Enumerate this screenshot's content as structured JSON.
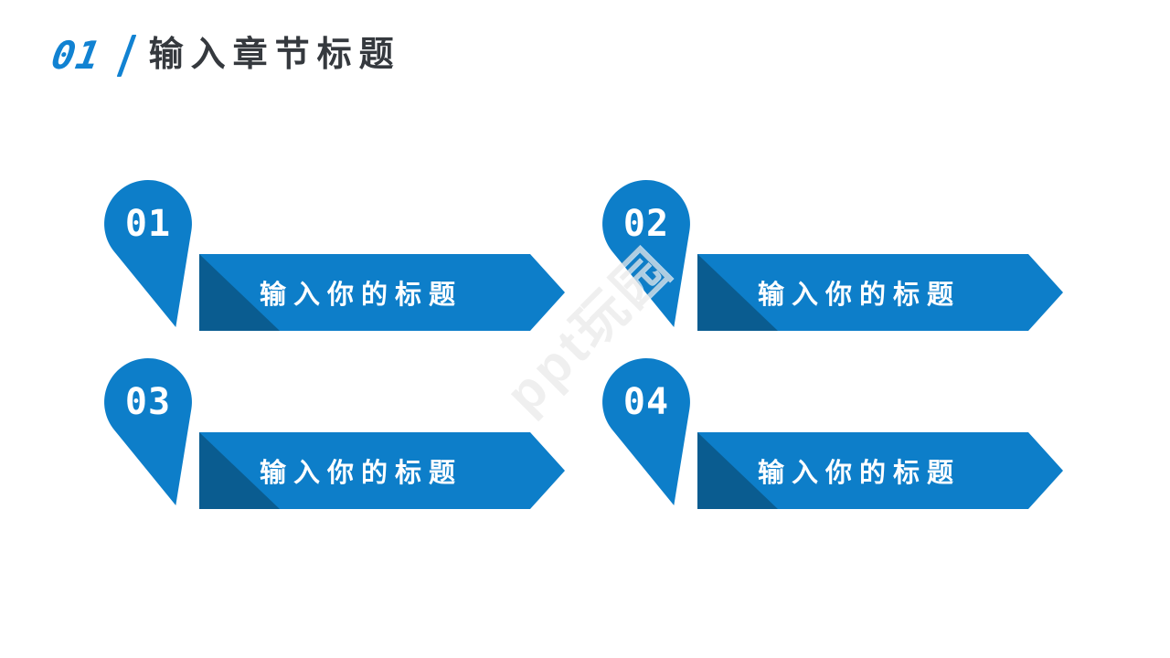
{
  "slide": {
    "header": {
      "section_number": "01",
      "divider": "/",
      "title": "输入章节标题"
    },
    "items": [
      {
        "number": "01",
        "title": "输入你的标题"
      },
      {
        "number": "02",
        "title": "输入你的标题"
      },
      {
        "number": "03",
        "title": "输入你的标题"
      },
      {
        "number": "04",
        "title": "输入你的标题"
      }
    ],
    "watermark": "ppt玩园",
    "colors": {
      "primary_blue": "#0d7ec9",
      "shadow_blue": "#0a5c90",
      "header_number_blue": "#1182d2",
      "title_text": "#35393e",
      "banner_text": "#ffffff"
    }
  }
}
